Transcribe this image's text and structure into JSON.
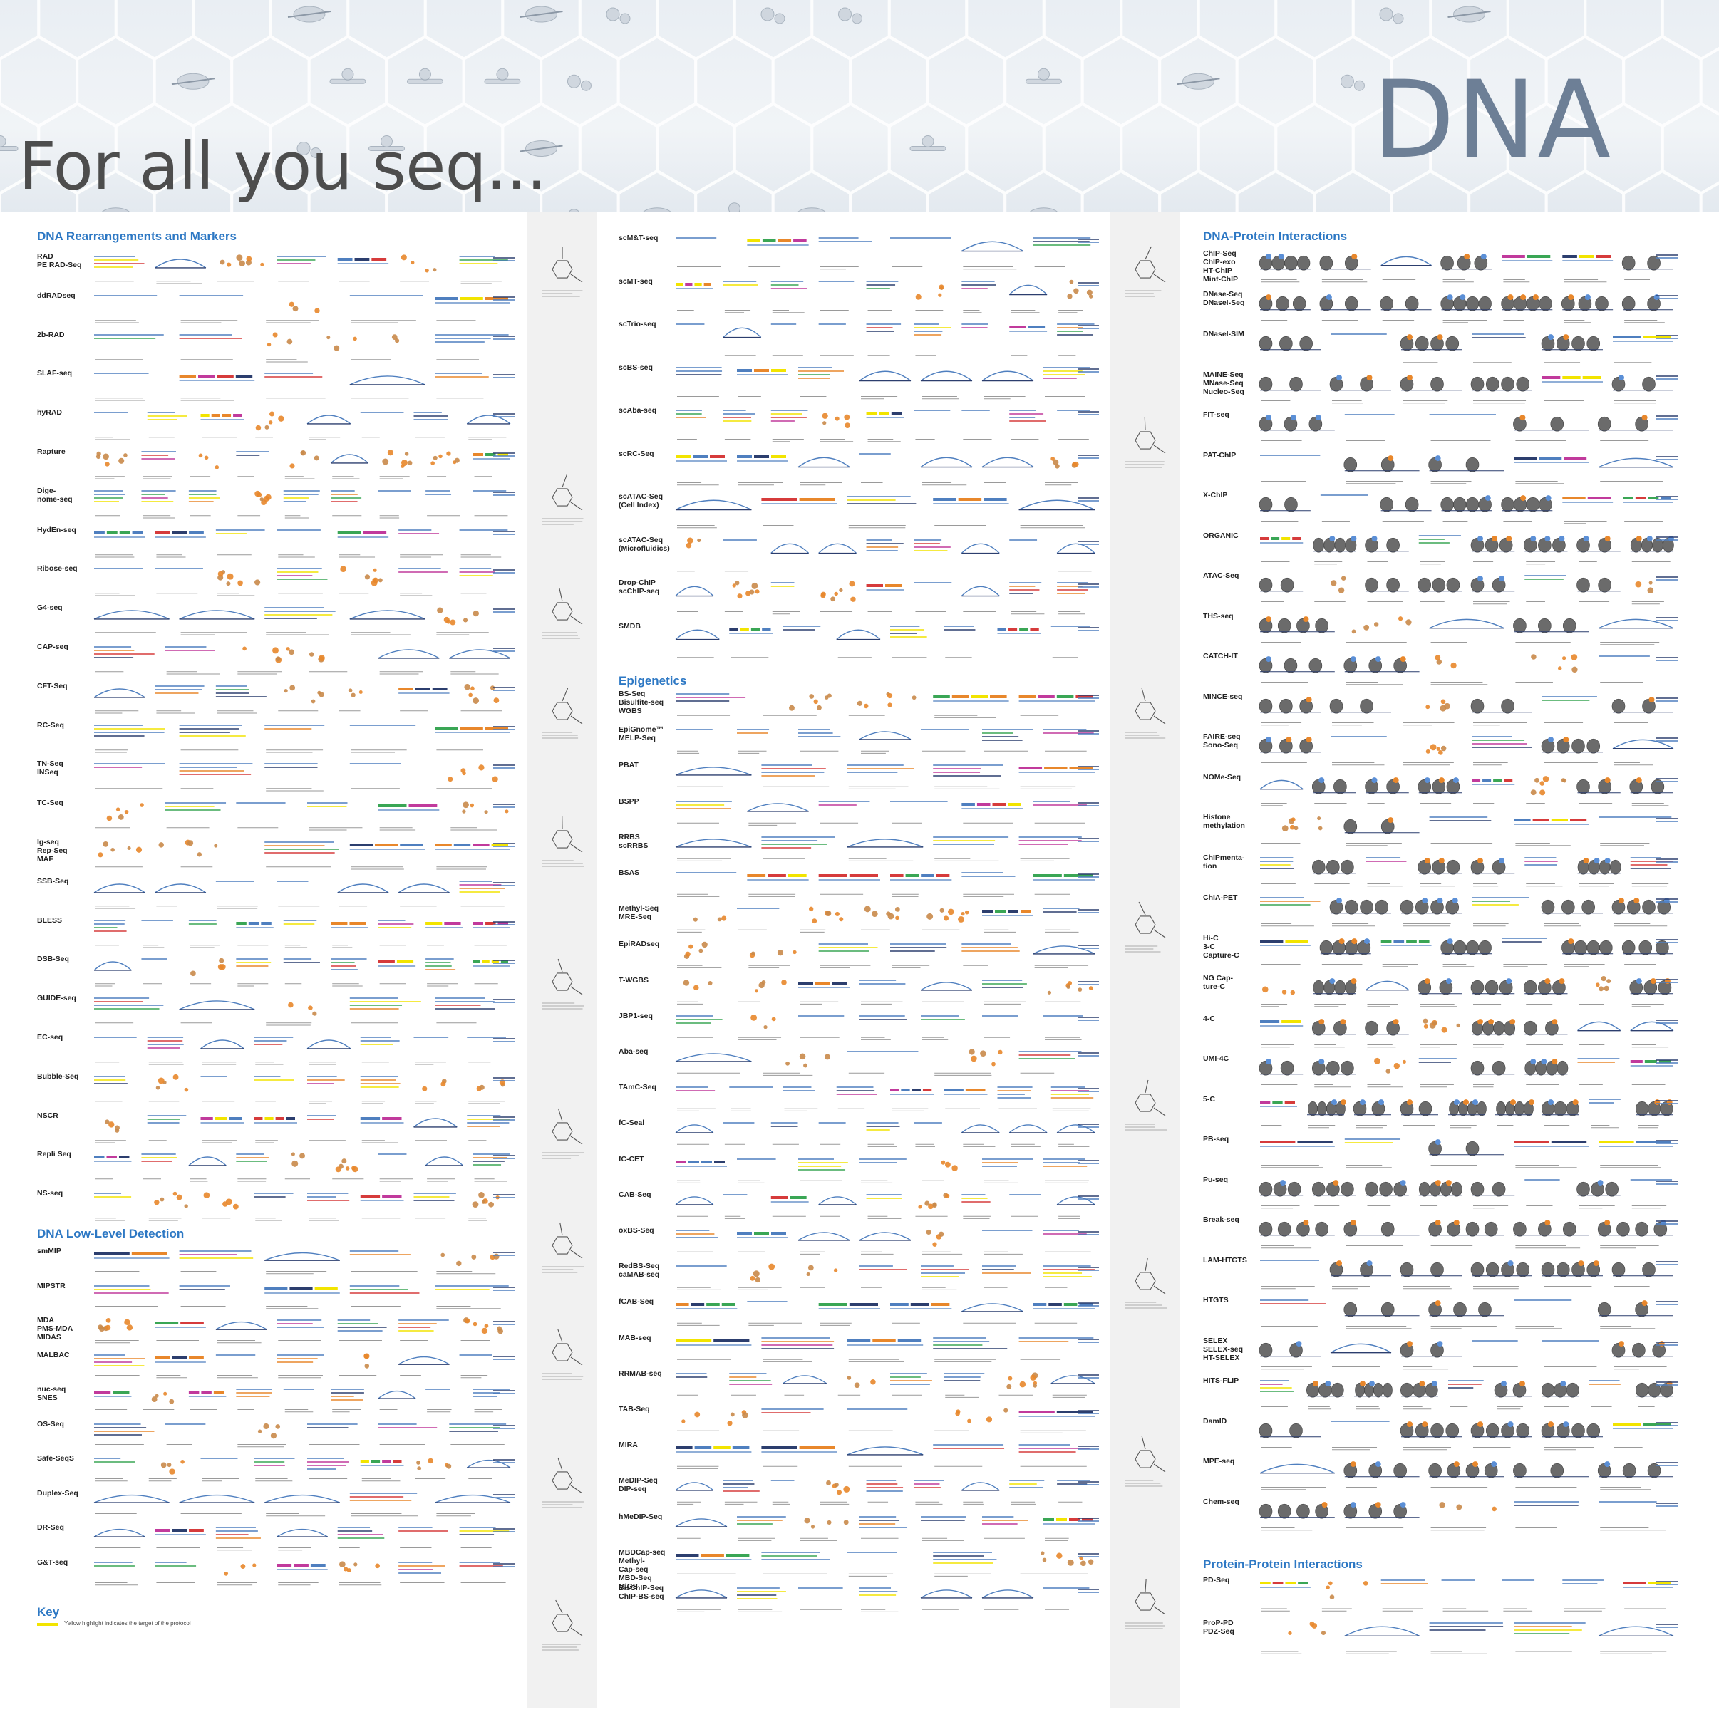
{
  "banner": {
    "left_title": "For all you seq...",
    "right_title": "DNA"
  },
  "palette": {
    "section_heading": "#2d78c4",
    "banner_title": "#4d4d4d",
    "dna_title": "#6d7f96",
    "strand_blue": "#4f7fbf",
    "strand_navy": "#2c3e6e",
    "yellow_marker": "#f2e400",
    "orange": "#e8872b",
    "red": "#d63b3b",
    "green": "#3aa655",
    "magenta": "#c13a9c",
    "nucleosome_gray": "#6b6b6b",
    "structure_panel": "#f1f1f1"
  },
  "sections": {
    "rearrangements": {
      "heading": "DNA Rearrangements and Markers",
      "rows": [
        "RAD\nPE RAD-Seq",
        "ddRADseq",
        "2b-RAD",
        "SLAF-seq",
        "hyRAD",
        "Rapture",
        "Dige-\nnome-seq",
        "HydEn-seq",
        "Ribose-seq",
        "G4-seq",
        "CAP-seq",
        "CFT-Seq",
        "RC-Seq",
        "TN-Seq\nINSeq",
        "TC-Seq",
        "Ig-seq\nRep-Seq\nMAF",
        "SSB-Seq",
        "BLESS",
        "DSB-Seq",
        "GUIDE-seq",
        "EC-seq",
        "Bubble-Seq",
        "NSCR",
        "Repli Seq",
        "NS-seq"
      ]
    },
    "low_level": {
      "heading": "DNA Low-Level Detection",
      "rows": [
        "smMIP",
        "MIPSTR",
        "MDA\nPMS-MDA\nMIDAS",
        "MALBAC",
        "nuc-seq\nSNES",
        "OS-Seq",
        "Safe-SeqS",
        "Duplex-Seq",
        "DR-Seq",
        "G&T-seq"
      ]
    },
    "key": {
      "heading": "Key",
      "text": "Yellow highlight indicates the target of the protocol"
    },
    "single_cell": {
      "rows": [
        "scM&T-seq",
        "scMT-seq",
        "scTrio-seq",
        "scBS-seq",
        "scAba-seq",
        "scRC-Seq",
        "scATAC-Seq\n(Cell Index)",
        "scATAC-Seq\n(Microfluidics)",
        "Drop-ChIP\nscChIP-seq",
        "SMDB"
      ]
    },
    "epigenetics": {
      "heading": "Epigenetics",
      "rows": [
        "BS-Seq\nBisulfite-seq\nWGBS",
        "EpiGnome™\nMELP-Seq",
        "PBAT",
        "BSPP",
        "RRBS\nscRRBS",
        "BSAS",
        "Methyl-Seq\nMRE-Seq",
        "EpiRADseq",
        "T-WGBS",
        "JBP1-seq",
        "Aba-seq",
        "TAmC-Seq",
        "fC-Seal",
        "fC-CET",
        "CAB-Seq",
        "oxBS-Seq",
        "RedBS-Seq\ncaMAB-seq",
        "fCAB-Seq",
        "MAB-seq",
        "RRMAB-seq",
        "TAB-Seq",
        "MIRA",
        "MeDIP-Seq\nDIP-seq",
        "hMeDIP-Seq",
        "MBDCap-seq\nMethyl-\nCap-seq\nMBD-Seq\nMiGS",
        "BisChIP-Seq\nChIP-BS-seq"
      ]
    },
    "dna_protein": {
      "heading": "DNA-Protein Interactions",
      "rows": [
        "ChIP-Seq\nChIP-exo\nHT-ChIP\nMint-ChIP",
        "DNase-Seq\nDNaseI-Seq",
        "DNaseI-SIM",
        "MAINE-Seq\nMNase-Seq\nNucleo-Seq",
        "FIT-seq",
        "PAT-ChIP",
        "X-ChIP",
        "ORGANIC",
        "ATAC-Seq",
        "THS-seq",
        "CATCH-IT",
        "MINCE-seq",
        "FAIRE-seq\nSono-Seq",
        "NOMe-Seq",
        "Histone\nmethylation",
        "ChIPmenta-\ntion",
        "ChIA-PET",
        "Hi-C\n3-C\nCapture-C",
        "NG Cap-\nture-C",
        "4-C",
        "UMI-4C",
        "5-C",
        "PB-seq",
        "Pu-seq",
        "Break-seq",
        "LAM-HTGTS",
        "HTGTS",
        "SELEX\nSELEX-seq\nHT-SELEX",
        "HITS-FLIP",
        "DamID",
        "MPE-seq",
        "Chem-seq"
      ]
    },
    "protein_protein": {
      "heading": "Protein-Protein Interactions",
      "rows": [
        "PD-Seq",
        "ProP-PD\nPDZ-Seq"
      ]
    }
  }
}
